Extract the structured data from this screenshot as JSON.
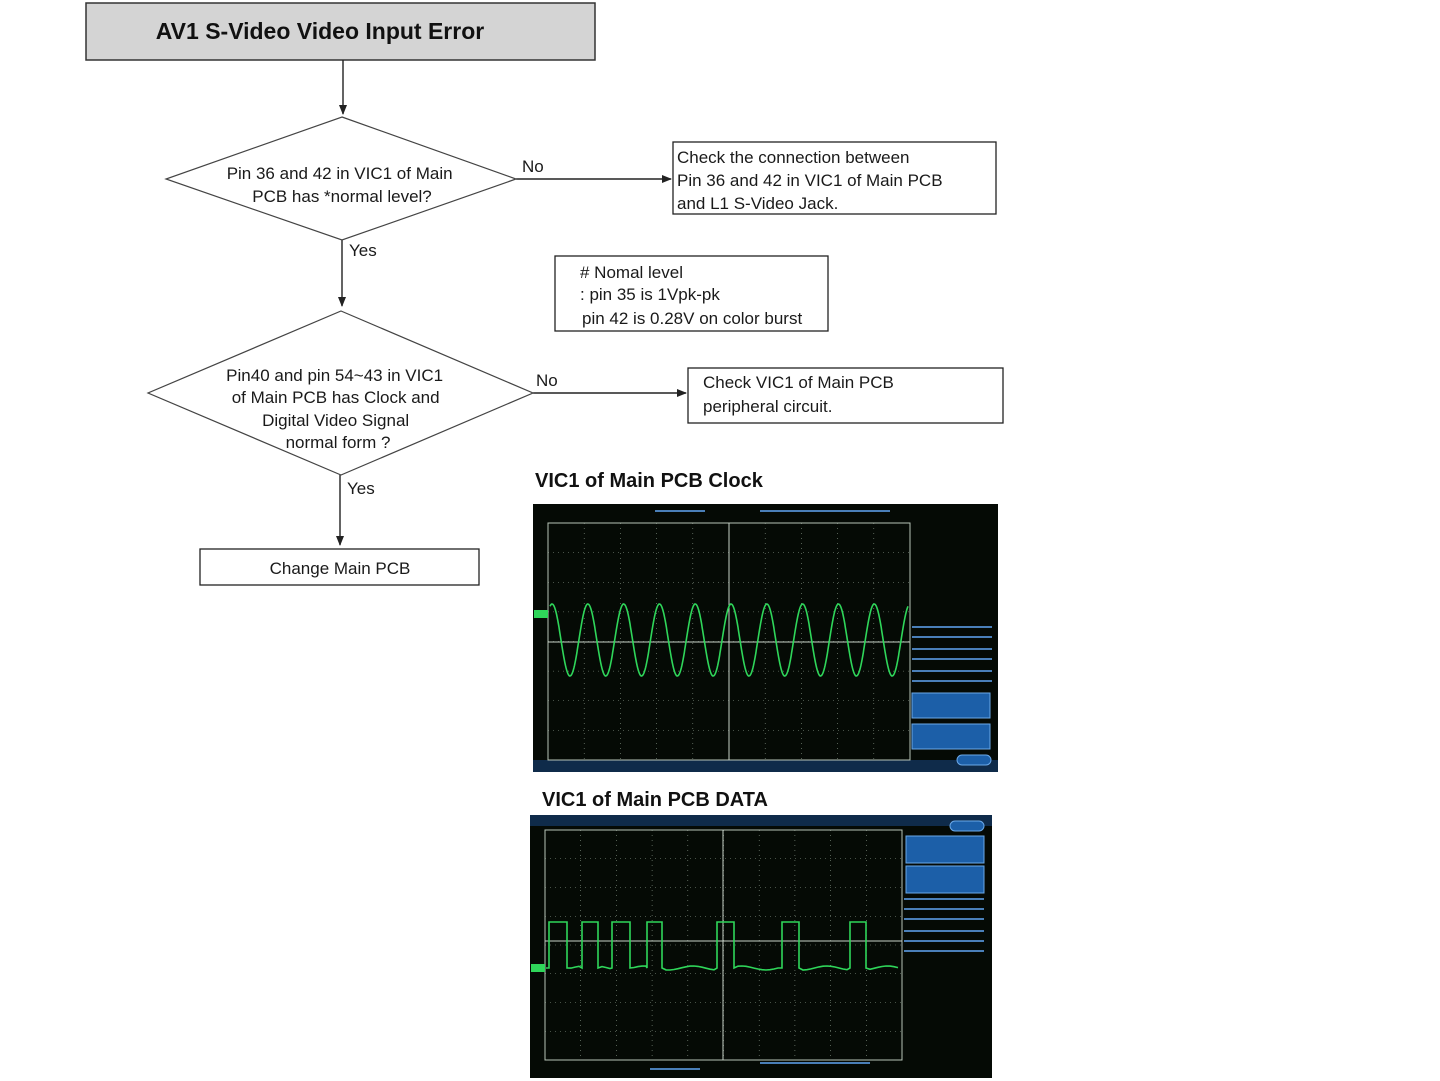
{
  "flowchart": {
    "title": "AV1 S-Video Video Input Error",
    "decision1": {
      "lines": [
        "Pin 36 and 42 in VIC1 of Main",
        "PCB has *normal level?"
      ],
      "no_label": "No",
      "yes_label": "Yes"
    },
    "action1": {
      "lines": [
        "Check the connection between",
        "Pin 36 and 42 in VIC1 of Main PCB",
        "and L1 S-Video Jack."
      ]
    },
    "note": {
      "lines": [
        "# Nomal level",
        ": pin 35 is 1Vpk-pk",
        "pin 42 is 0.28V on color burst"
      ]
    },
    "decision2": {
      "lines": [
        "Pin40 and pin 54~43 in VIC1",
        "of Main PCB has Clock and",
        "Digital Video Signal",
        "normal form ?"
      ],
      "no_label": "No",
      "yes_label": "Yes"
    },
    "action2": {
      "lines": [
        "Check VIC1 of Main PCB",
        "peripheral circuit."
      ]
    },
    "final": {
      "label": "Change Main PCB"
    }
  },
  "scopes": {
    "clock": {
      "caption": "VIC1 of Main PCB Clock",
      "waveform": "sine",
      "cycles": 10
    },
    "data": {
      "caption": "VIC1 of Main PCB DATA",
      "waveform": "pulse-train"
    }
  },
  "colors": {
    "title_fill": "#d4d4d4",
    "trace": "#2fd65a",
    "scope_background": "#050a05"
  }
}
